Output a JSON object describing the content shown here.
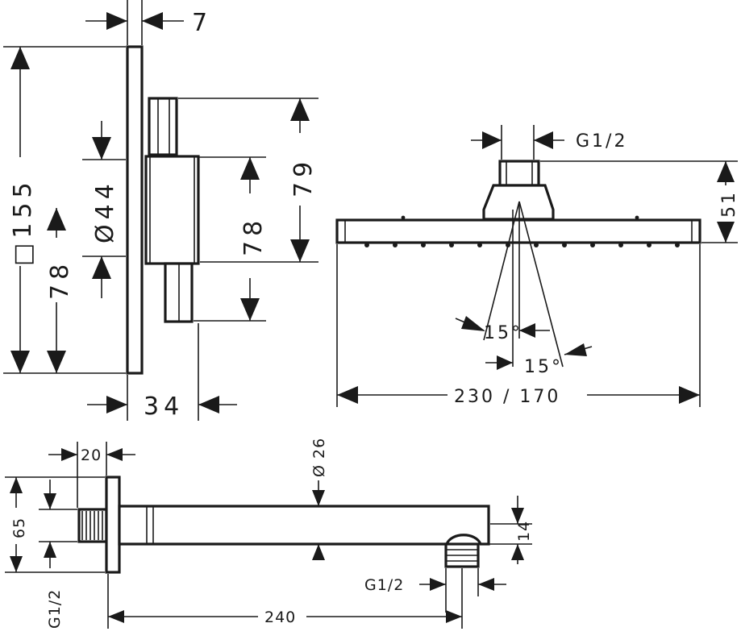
{
  "colors": {
    "line": "#1a1a1a",
    "background": "#ffffff"
  },
  "mixer": {
    "dim_wall_gap": "7",
    "dim_plate_square": "□155",
    "dim_diameter_knob": "Ø44",
    "dim_center_left": "78",
    "dim_center_right": "78",
    "dim_height_body": "79",
    "dim_depth": "34"
  },
  "head": {
    "dim_thread": "G1/2",
    "dim_height": "51",
    "dim_angle_left": "15°",
    "dim_angle_right": "15°",
    "dim_width": "230 / 170"
  },
  "arm": {
    "dim_flange_depth": "20",
    "dim_diameter": "Ø 26",
    "dim_flange_height": "65",
    "dim_left_thread": "G1/2",
    "dim_arm_height": "14",
    "dim_outlet_thread": "G1/2",
    "dim_length": "240"
  }
}
